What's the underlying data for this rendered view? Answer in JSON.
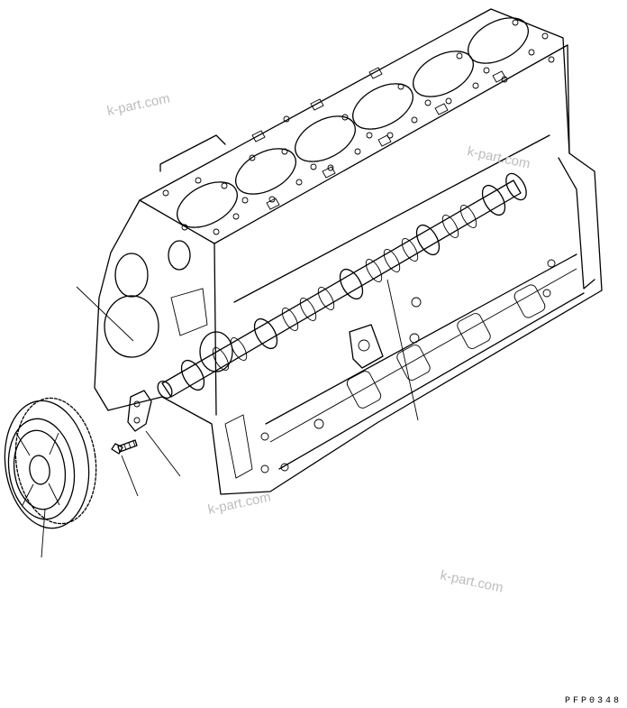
{
  "watermarks": [
    "k-part.com",
    "k-part.com",
    "k-part.com",
    "k-part.com"
  ],
  "drawing_code": "PFP0348"
}
